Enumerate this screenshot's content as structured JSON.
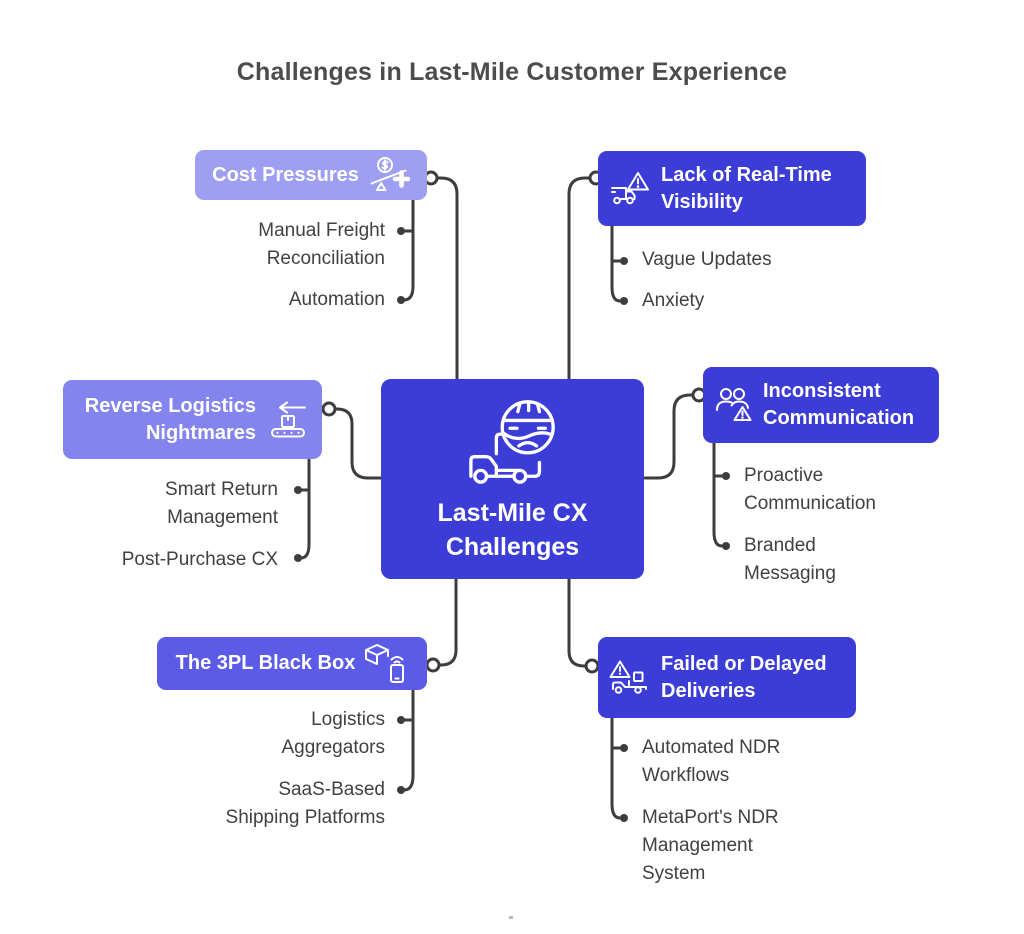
{
  "title": "Challenges in Last-Mile Customer Experience",
  "center": {
    "label": "Last-Mile CX\nChallenges",
    "icon": "delivery-driver-truck-icon"
  },
  "branches": [
    {
      "label": "Cost Pressures",
      "icon": "scale-dollar-plus-icon",
      "children": [
        "Manual Freight\nReconciliation",
        "Automation"
      ]
    },
    {
      "label": "Lack of Real-Time\nVisibility",
      "icon": "truck-alert-icon",
      "children": [
        "Vague Updates",
        "Anxiety"
      ]
    },
    {
      "label": "Reverse Logistics\nNightmares",
      "icon": "return-arrow-conveyor-icon",
      "children": [
        "Smart Return\nManagement",
        "Post-Purchase CX"
      ]
    },
    {
      "label": "Inconsistent\nCommunication",
      "icon": "people-alert-icon",
      "children": [
        "Proactive\nCommunication",
        "Branded\nMessaging"
      ]
    },
    {
      "label": "The 3PL Black Box",
      "icon": "parcel-phone-icon",
      "children": [
        "Logistics\nAggregators",
        "SaaS-Based\nShipping Platforms"
      ]
    },
    {
      "label": "Failed or Delayed\nDeliveries",
      "icon": "alert-delivery-truck-icon",
      "children": [
        "Automated NDR\nWorkflows",
        "MetaPort's NDR\nManagement\nSystem"
      ]
    }
  ],
  "colors": {
    "title_text": "#4c4c4c",
    "item_text": "#414141",
    "connector": "#3d3d3d",
    "node_cost": "#9e9ef3",
    "node_reverse": "#8484ee",
    "node_threepl": "#5b5be8",
    "node_dark": "#3c3cd7",
    "node_text": "#ffffff",
    "canvas_bg": "#ffffff"
  }
}
